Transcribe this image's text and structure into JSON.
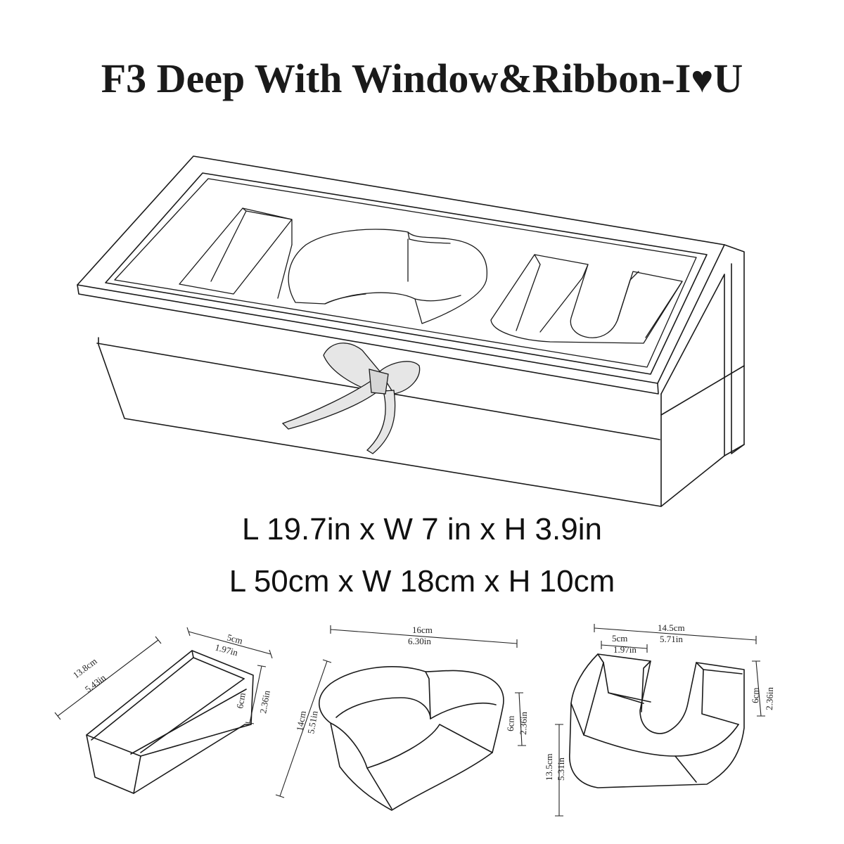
{
  "title": {
    "prefix": "F3 Deep With Window&Ribbon-I",
    "heart": "♥",
    "suffix": "U"
  },
  "dimensions": {
    "imperial": "L 19.7in x W 7 in x H 3.9in",
    "metric": "L 50cm x W 18cm x H 10cm"
  },
  "inserts": {
    "letter_i": {
      "width_cm": "5cm",
      "width_in": "1.97in",
      "length_cm": "13.8cm",
      "length_in": "5.43in",
      "height_cm": "6cm",
      "height_in": "2.36in"
    },
    "heart": {
      "width_cm": "16cm",
      "width_in": "6.30in",
      "depth_cm": "14cm",
      "depth_in": "5.51in",
      "height_cm": "6cm",
      "height_in": "2.36in"
    },
    "letter_u": {
      "width_cm": "14.5cm",
      "width_in": "5.71in",
      "arm_cm": "5cm",
      "arm_in": "1.97in",
      "depth_cm": "13.5cm",
      "depth_in": "5.31in",
      "height_cm": "6cm",
      "height_in": "2.36in"
    }
  },
  "colors": {
    "line": "#1a1a1a",
    "ribbon": "#e6e6e6",
    "background": "#ffffff"
  }
}
